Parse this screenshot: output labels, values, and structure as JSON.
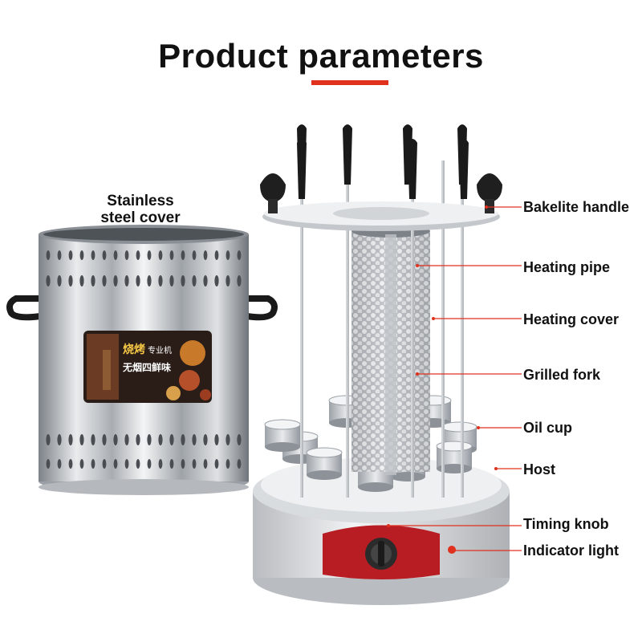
{
  "title": "Product parameters",
  "cover_label_line1": "Stainless",
  "cover_label_line2": "steel cover",
  "box_text": [
    "烧烤",
    "专业机",
    "无烟四鲜味"
  ],
  "callouts": [
    "Bakelite handle",
    "Heating pipe",
    "Heating cover",
    "Grilled fork",
    "Oil cup",
    "Host",
    "Timing knob",
    "Indicator light"
  ],
  "colors": {
    "accent": "#e0301e",
    "steel": "#c9ccd0",
    "handle": "#1a1a1a",
    "base": "#e3e5e8",
    "panel": "#b81d24"
  }
}
